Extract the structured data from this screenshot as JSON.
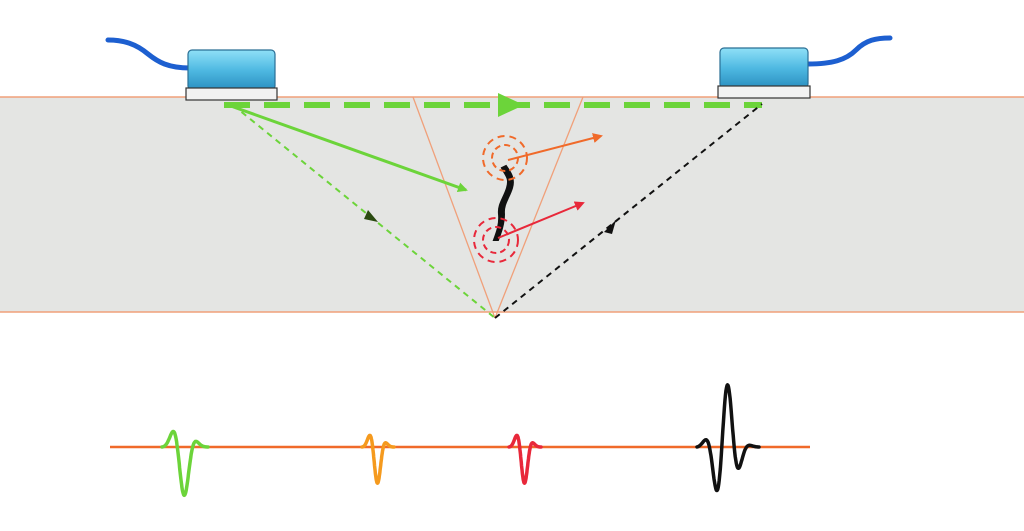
{
  "colors": {
    "background": "#ffffff",
    "specimen_fill": "#e4e5e3",
    "specimen_edge": "#f0a07a",
    "probe_body": "#5cc3e6",
    "probe_face": "#f2f2f2",
    "cable": "#1d5fd0",
    "lateral_wave": "#6cd43a",
    "tip_top": "#f06a2a",
    "tip_bottom": "#e8283a",
    "back_wall_reflection": "#111111",
    "beam_spread": "#f0a07a",
    "crack": "#111111",
    "ascan_baseline": "#f06a2a",
    "ascan_lateral": "#6cd43a",
    "ascan_top_tip": "#f59a1e",
    "ascan_bottom_tip": "#e8283a",
    "ascan_back_wall": "#111111"
  },
  "probes": [
    {
      "name": "transmitter-probe",
      "icon": "ultrasonic-probe-icon"
    },
    {
      "name": "receiver-probe",
      "icon": "ultrasonic-probe-icon"
    }
  ],
  "signals": [
    {
      "name": "lateral-wave-pulse",
      "color_key": "ascan_lateral",
      "amplitude": 1.0,
      "cycles": 1.5
    },
    {
      "name": "top-tip-diffraction-pulse",
      "color_key": "ascan_top_tip",
      "amplitude": 0.75,
      "cycles": 1.5
    },
    {
      "name": "bottom-tip-diffraction-pulse",
      "color_key": "ascan_bottom_tip",
      "amplitude": 0.75,
      "cycles": 1.5
    },
    {
      "name": "back-wall-echo-pulse",
      "color_key": "ascan_back_wall",
      "amplitude": 1.3,
      "cycles": 2.5
    }
  ]
}
